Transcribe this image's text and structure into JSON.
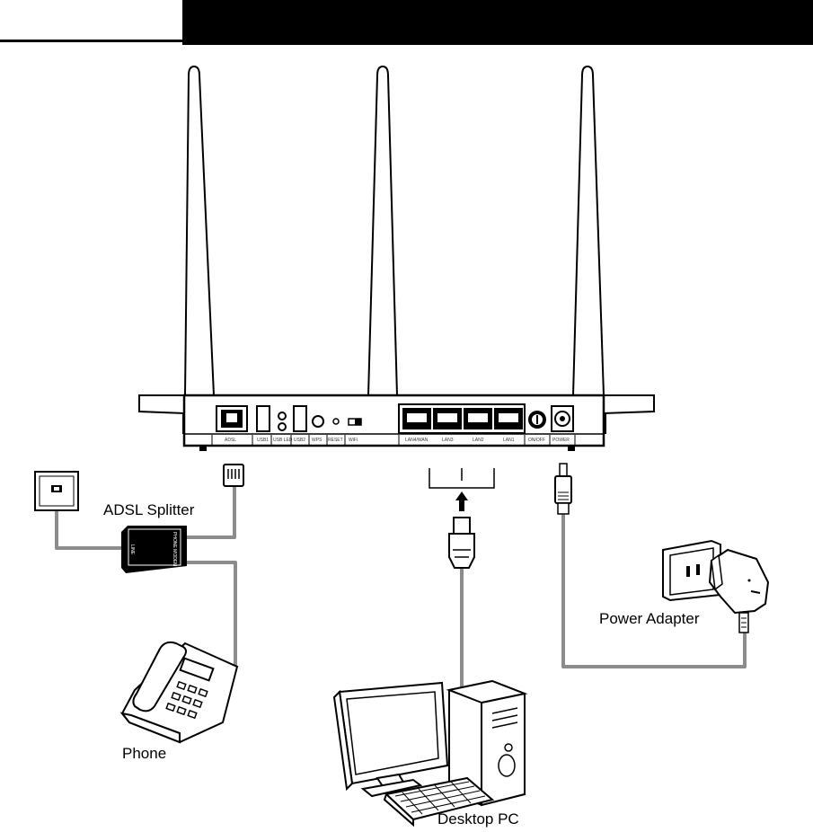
{
  "labels": {
    "splitter": "ADSL Splitter",
    "phone": "Phone",
    "power_adapter": "Power Adapter",
    "desktop_pc": "Desktop PC"
  },
  "splitter_ports": {
    "line": "LINE",
    "phone_modem": "PHONE MODEM"
  },
  "router_ports": [
    "ADSL",
    "USB1",
    "USB LED",
    "USB2",
    "WPS",
    "RESET",
    "WiFi",
    "LAN4/WAN",
    "LAN3",
    "LAN2",
    "LAN1",
    "ON/OFF",
    "POWER"
  ],
  "colors": {
    "header_bar": "#000000",
    "cable": "#8c8c8c",
    "outline": "#000000"
  }
}
